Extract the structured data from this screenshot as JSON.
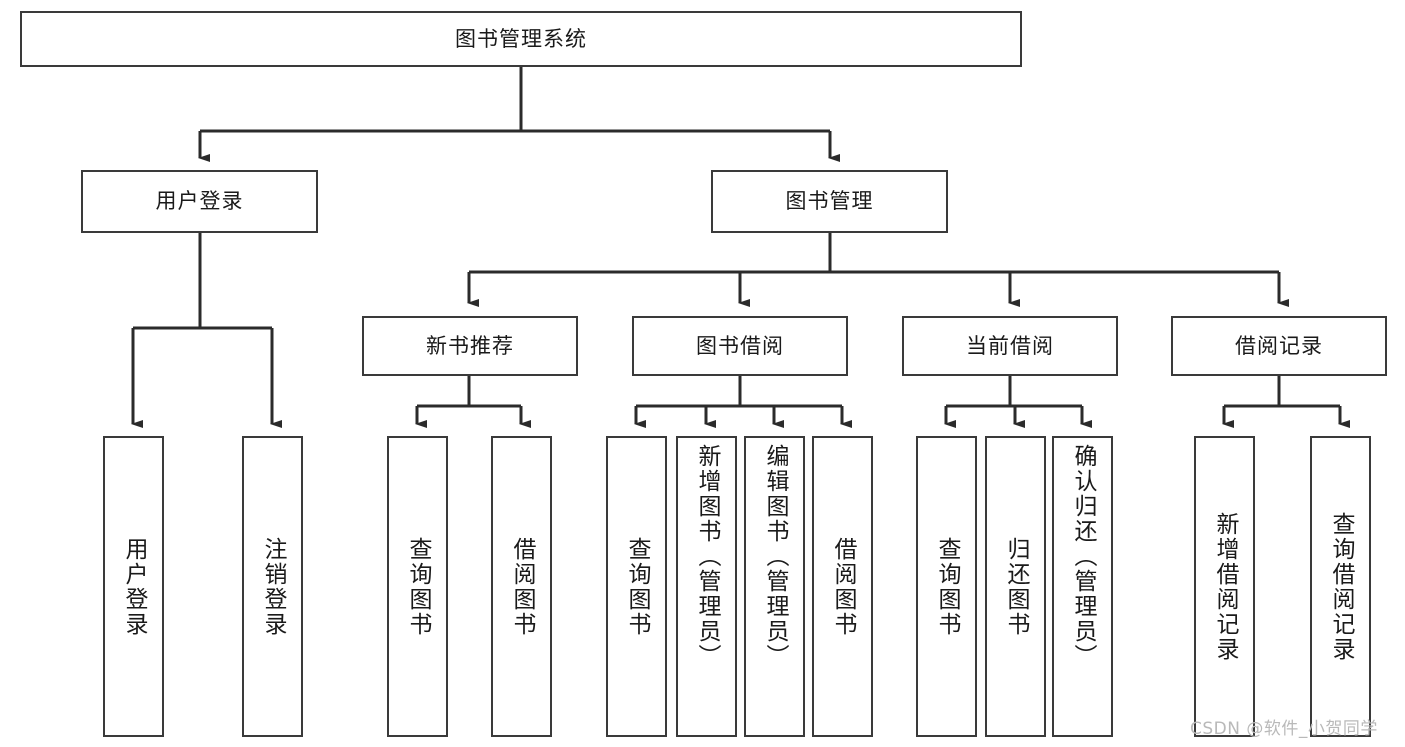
{
  "diagram": {
    "title": "图书管理系统",
    "type": "hierarchy-tree",
    "watermark": "CSDN @软件_小贺同学",
    "colors": {
      "box_border": "#3a3a3a",
      "box_fill": "#ffffff",
      "edge": "#2b2b2b",
      "text": "#1a1a1a",
      "watermark": "#b9b9b9",
      "background": "#ffffff"
    },
    "levels": {
      "root": {
        "label": "图书管理系统"
      },
      "level2": [
        {
          "id": "user-login",
          "label": "用户登录"
        },
        {
          "id": "book-management",
          "label": "图书管理"
        }
      ],
      "level3": [
        {
          "id": "new-book-recommend",
          "label": "新书推荐"
        },
        {
          "id": "book-borrow",
          "label": "图书借阅"
        },
        {
          "id": "current-borrow",
          "label": "当前借阅"
        },
        {
          "id": "borrow-record",
          "label": "借阅记录"
        }
      ],
      "leaves": {
        "user-login": [
          {
            "id": "leaf-user-login",
            "label": "用户登录"
          },
          {
            "id": "leaf-logout-login",
            "label": "注销登录"
          }
        ],
        "new-book-recommend": [
          {
            "id": "leaf-query-book-1",
            "label": "查询图书"
          },
          {
            "id": "leaf-borrow-book-1",
            "label": "借阅图书"
          }
        ],
        "book-borrow": [
          {
            "id": "leaf-query-book-2",
            "label": "查询图书"
          },
          {
            "id": "leaf-add-book",
            "label": "新增图书（管理员）"
          },
          {
            "id": "leaf-edit-book",
            "label": "编辑图书（管理员）"
          },
          {
            "id": "leaf-borrow-book-2",
            "label": "借阅图书"
          }
        ],
        "current-borrow": [
          {
            "id": "leaf-query-book-3",
            "label": "查询图书"
          },
          {
            "id": "leaf-return-book",
            "label": "归还图书"
          },
          {
            "id": "leaf-confirm-return",
            "label": "确认归还（管理员）"
          }
        ],
        "borrow-record": [
          {
            "id": "leaf-add-record",
            "label": "新增借阅记录"
          },
          {
            "id": "leaf-query-record",
            "label": "查询借阅记录"
          }
        ]
      }
    }
  }
}
